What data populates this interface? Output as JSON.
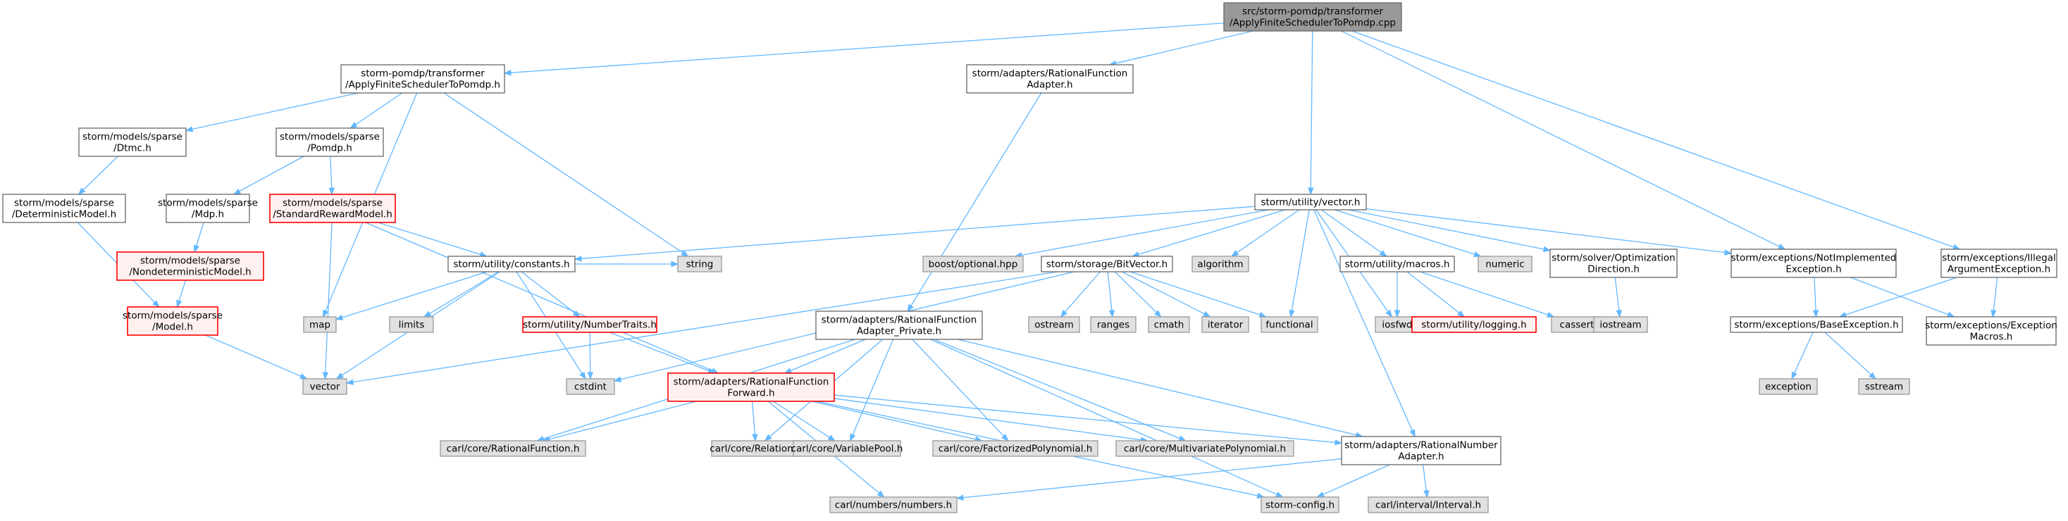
{
  "legend_colors": {
    "root_fill": "#999999",
    "plain_fill": "#ffffff",
    "system_fill": "#e0e0e0",
    "incomplete_fill": "#fff0f0",
    "incomplete_border": "#ff0000",
    "edge": "#63b8ff"
  },
  "nodes": [
    {
      "id": "root",
      "kind": "root",
      "lines": [
        "src/storm-pomdp/transformer",
        "/ApplyFiniteSchedulerToPomdp.cpp"
      ]
    },
    {
      "id": "apply_h",
      "kind": "plain",
      "lines": [
        "storm-pomdp/transformer",
        "/ApplyFiniteSchedulerToPomdp.h"
      ]
    },
    {
      "id": "rf_adapter",
      "kind": "plain",
      "lines": [
        "storm/adapters/RationalFunction",
        "Adapter.h"
      ]
    },
    {
      "id": "vector_h",
      "kind": "plain",
      "lines": [
        "storm/utility/vector.h"
      ]
    },
    {
      "id": "notimpl",
      "kind": "plain",
      "lines": [
        "storm/exceptions/NotImplemented",
        "Exception.h"
      ]
    },
    {
      "id": "illegal",
      "kind": "plain",
      "lines": [
        "storm/exceptions/Illegal",
        "ArgumentException.h"
      ]
    },
    {
      "id": "dtmc",
      "kind": "plain",
      "lines": [
        "storm/models/sparse",
        "/Dtmc.h"
      ]
    },
    {
      "id": "pomdp",
      "kind": "plain",
      "lines": [
        "storm/models/sparse",
        "/Pomdp.h"
      ]
    },
    {
      "id": "detmodel",
      "kind": "plain",
      "lines": [
        "storm/models/sparse",
        "/DeterministicModel.h"
      ]
    },
    {
      "id": "mdp",
      "kind": "plain",
      "lines": [
        "storm/models/sparse",
        "/Mdp.h"
      ]
    },
    {
      "id": "stdreward",
      "kind": "incomplete",
      "lines": [
        "storm/models/sparse",
        "/StandardRewardModel.h"
      ]
    },
    {
      "id": "nondet",
      "kind": "incomplete",
      "lines": [
        "storm/models/sparse",
        "/NondeterministicModel.h"
      ]
    },
    {
      "id": "model",
      "kind": "incomplete",
      "lines": [
        "storm/models/sparse",
        "/Model.h"
      ]
    },
    {
      "id": "constants",
      "kind": "plain",
      "lines": [
        "storm/utility/constants.h"
      ]
    },
    {
      "id": "boostopt",
      "kind": "system",
      "lines": [
        "boost/optional.hpp"
      ]
    },
    {
      "id": "bitvector",
      "kind": "plain",
      "lines": [
        "storm/storage/BitVector.h"
      ]
    },
    {
      "id": "algorithm",
      "kind": "system",
      "lines": [
        "algorithm"
      ]
    },
    {
      "id": "macros",
      "kind": "plain",
      "lines": [
        "storm/utility/macros.h"
      ]
    },
    {
      "id": "numeric",
      "kind": "system",
      "lines": [
        "numeric"
      ]
    },
    {
      "id": "optdir",
      "kind": "plain",
      "lines": [
        "storm/solver/Optimization",
        "Direction.h"
      ]
    },
    {
      "id": "map",
      "kind": "system",
      "lines": [
        "map"
      ]
    },
    {
      "id": "limits",
      "kind": "system",
      "lines": [
        "limits"
      ]
    },
    {
      "id": "string",
      "kind": "system",
      "lines": [
        "string"
      ]
    },
    {
      "id": "numtraits",
      "kind": "incomplete",
      "lines": [
        "storm/utility/NumberTraits.h"
      ]
    },
    {
      "id": "rf_private",
      "kind": "plain",
      "lines": [
        "storm/adapters/RationalFunction",
        "Adapter_Private.h"
      ]
    },
    {
      "id": "ostream",
      "kind": "system",
      "lines": [
        "ostream"
      ]
    },
    {
      "id": "ranges",
      "kind": "system",
      "lines": [
        "ranges"
      ]
    },
    {
      "id": "cmath",
      "kind": "system",
      "lines": [
        "cmath"
      ]
    },
    {
      "id": "iterator",
      "kind": "system",
      "lines": [
        "iterator"
      ]
    },
    {
      "id": "functional",
      "kind": "system",
      "lines": [
        "functional"
      ]
    },
    {
      "id": "iosfwd",
      "kind": "system",
      "lines": [
        "iosfwd"
      ]
    },
    {
      "id": "logging",
      "kind": "incomplete",
      "lines": [
        "storm/utility/logging.h"
      ]
    },
    {
      "id": "cassert",
      "kind": "system",
      "lines": [
        "cassert"
      ]
    },
    {
      "id": "iostream",
      "kind": "system",
      "lines": [
        "iostream"
      ]
    },
    {
      "id": "baseexc",
      "kind": "plain",
      "lines": [
        "storm/exceptions/BaseException.h"
      ]
    },
    {
      "id": "excmacros",
      "kind": "plain",
      "lines": [
        "storm/exceptions/Exception",
        "Macros.h"
      ]
    },
    {
      "id": "vector",
      "kind": "system",
      "lines": [
        "vector"
      ]
    },
    {
      "id": "cstdint",
      "kind": "system",
      "lines": [
        "cstdint"
      ]
    },
    {
      "id": "rf_forward",
      "kind": "incomplete",
      "lines": [
        "storm/adapters/RationalFunction",
        "Forward.h"
      ]
    },
    {
      "id": "exception",
      "kind": "system",
      "lines": [
        "exception"
      ]
    },
    {
      "id": "sstream",
      "kind": "system",
      "lines": [
        "sstream"
      ]
    },
    {
      "id": "ratfunc",
      "kind": "system",
      "lines": [
        "carl/core/RationalFunction.h"
      ]
    },
    {
      "id": "relation",
      "kind": "system",
      "lines": [
        "carl/core/Relation.h"
      ]
    },
    {
      "id": "varpool",
      "kind": "system",
      "lines": [
        "carl/core/VariablePool.h"
      ]
    },
    {
      "id": "factpoly",
      "kind": "system",
      "lines": [
        "carl/core/FactorizedPolynomial.h"
      ]
    },
    {
      "id": "multipoly",
      "kind": "system",
      "lines": [
        "carl/core/MultivariatePolynomial.h"
      ]
    },
    {
      "id": "rn_adapter",
      "kind": "plain",
      "lines": [
        "storm/adapters/RationalNumber",
        "Adapter.h"
      ]
    },
    {
      "id": "numbers",
      "kind": "system",
      "lines": [
        "carl/numbers/numbers.h"
      ]
    },
    {
      "id": "stormconfig",
      "kind": "system",
      "lines": [
        "storm-config.h"
      ]
    },
    {
      "id": "interval",
      "kind": "system",
      "lines": [
        "carl/interval/Interval.h"
      ]
    }
  ],
  "edges": [
    [
      "root",
      "apply_h"
    ],
    [
      "root",
      "rf_adapter"
    ],
    [
      "root",
      "vector_h"
    ],
    [
      "root",
      "notimpl"
    ],
    [
      "root",
      "illegal"
    ],
    [
      "apply_h",
      "dtmc"
    ],
    [
      "apply_h",
      "pomdp"
    ],
    [
      "apply_h",
      "map"
    ],
    [
      "apply_h",
      "string"
    ],
    [
      "dtmc",
      "detmodel"
    ],
    [
      "detmodel",
      "model"
    ],
    [
      "pomdp",
      "mdp"
    ],
    [
      "pomdp",
      "stdreward"
    ],
    [
      "mdp",
      "nondet"
    ],
    [
      "nondet",
      "model"
    ],
    [
      "model",
      "vector"
    ],
    [
      "stdreward",
      "constants"
    ],
    [
      "stdreward",
      "rf_forward"
    ],
    [
      "stdreward",
      "vector"
    ],
    [
      "rf_adapter",
      "rf_private"
    ],
    [
      "vector_h",
      "constants"
    ],
    [
      "vector_h",
      "boostopt"
    ],
    [
      "vector_h",
      "bitvector"
    ],
    [
      "vector_h",
      "algorithm"
    ],
    [
      "vector_h",
      "functional"
    ],
    [
      "vector_h",
      "iosfwd"
    ],
    [
      "vector_h",
      "macros"
    ],
    [
      "vector_h",
      "numeric"
    ],
    [
      "vector_h",
      "optdir"
    ],
    [
      "vector_h",
      "notimpl"
    ],
    [
      "vector_h",
      "rn_adapter"
    ],
    [
      "constants",
      "map"
    ],
    [
      "constants",
      "limits"
    ],
    [
      "constants",
      "string"
    ],
    [
      "constants",
      "numtraits"
    ],
    [
      "constants",
      "cstdint"
    ],
    [
      "constants",
      "vector"
    ],
    [
      "bitvector",
      "ostream"
    ],
    [
      "bitvector",
      "ranges"
    ],
    [
      "bitvector",
      "cmath"
    ],
    [
      "bitvector",
      "iterator"
    ],
    [
      "bitvector",
      "functional"
    ],
    [
      "bitvector",
      "cstdint"
    ],
    [
      "bitvector",
      "vector"
    ],
    [
      "macros",
      "iosfwd"
    ],
    [
      "macros",
      "logging"
    ],
    [
      "macros",
      "cassert"
    ],
    [
      "optdir",
      "iostream"
    ],
    [
      "notimpl",
      "baseexc"
    ],
    [
      "notimpl",
      "excmacros"
    ],
    [
      "illegal",
      "baseexc"
    ],
    [
      "illegal",
      "excmacros"
    ],
    [
      "baseexc",
      "exception"
    ],
    [
      "baseexc",
      "sstream"
    ],
    [
      "numtraits",
      "cstdint"
    ],
    [
      "numtraits",
      "rf_forward"
    ],
    [
      "rf_private",
      "rf_forward"
    ],
    [
      "rf_private",
      "ratfunc"
    ],
    [
      "rf_private",
      "relation"
    ],
    [
      "rf_private",
      "varpool"
    ],
    [
      "rf_private",
      "factpoly"
    ],
    [
      "rf_private",
      "multipoly"
    ],
    [
      "rf_private",
      "rn_adapter"
    ],
    [
      "rf_private",
      "stormconfig"
    ],
    [
      "rf_forward",
      "ratfunc"
    ],
    [
      "rf_forward",
      "relation"
    ],
    [
      "rf_forward",
      "varpool"
    ],
    [
      "rf_forward",
      "factpoly"
    ],
    [
      "rf_forward",
      "multipoly"
    ],
    [
      "rf_forward",
      "rn_adapter"
    ],
    [
      "rf_forward",
      "numbers"
    ],
    [
      "rf_forward",
      "stormconfig"
    ],
    [
      "rn_adapter",
      "numbers"
    ],
    [
      "rn_adapter",
      "stormconfig"
    ],
    [
      "rn_adapter",
      "interval"
    ]
  ]
}
